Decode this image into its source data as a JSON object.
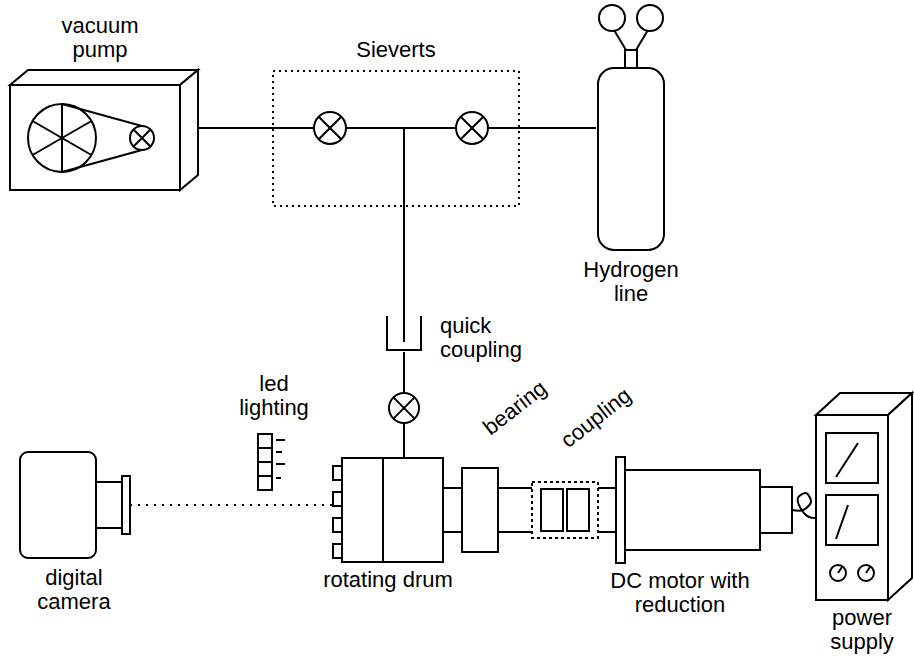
{
  "diagram": {
    "nodes": [
      {
        "text": [
          "vacuum pump"
        ]
      },
      {
        "text": [
          "Sieverts"
        ]
      },
      {
        "text": [
          "Hydrogen line"
        ]
      },
      {
        "text": [
          "quick coupling"
        ]
      },
      {
        "text": [
          "digital camera"
        ]
      },
      {
        "text": [
          "rotating drum"
        ]
      },
      {
        "text": [
          "DC motor with reduction"
        ]
      },
      {
        "text": [
          "power supply"
        ]
      }
    ],
    "edges": [
      {
        "from": 0,
        "to": 1,
        "arrow": "none"
      },
      {
        "from": 1,
        "to": 2,
        "arrow": "none"
      },
      {
        "from": 1,
        "to": 3,
        "arrow": "none"
      },
      {
        "from": 3,
        "to": 5,
        "arrow": "none"
      },
      {
        "from": 4,
        "to": 5,
        "arrow": "none"
      },
      {
        "from": 6,
        "to": 7,
        "arrow": "none"
      }
    ],
    "labels": [
      "led lighting",
      "bearing",
      "coupling"
    ]
  }
}
